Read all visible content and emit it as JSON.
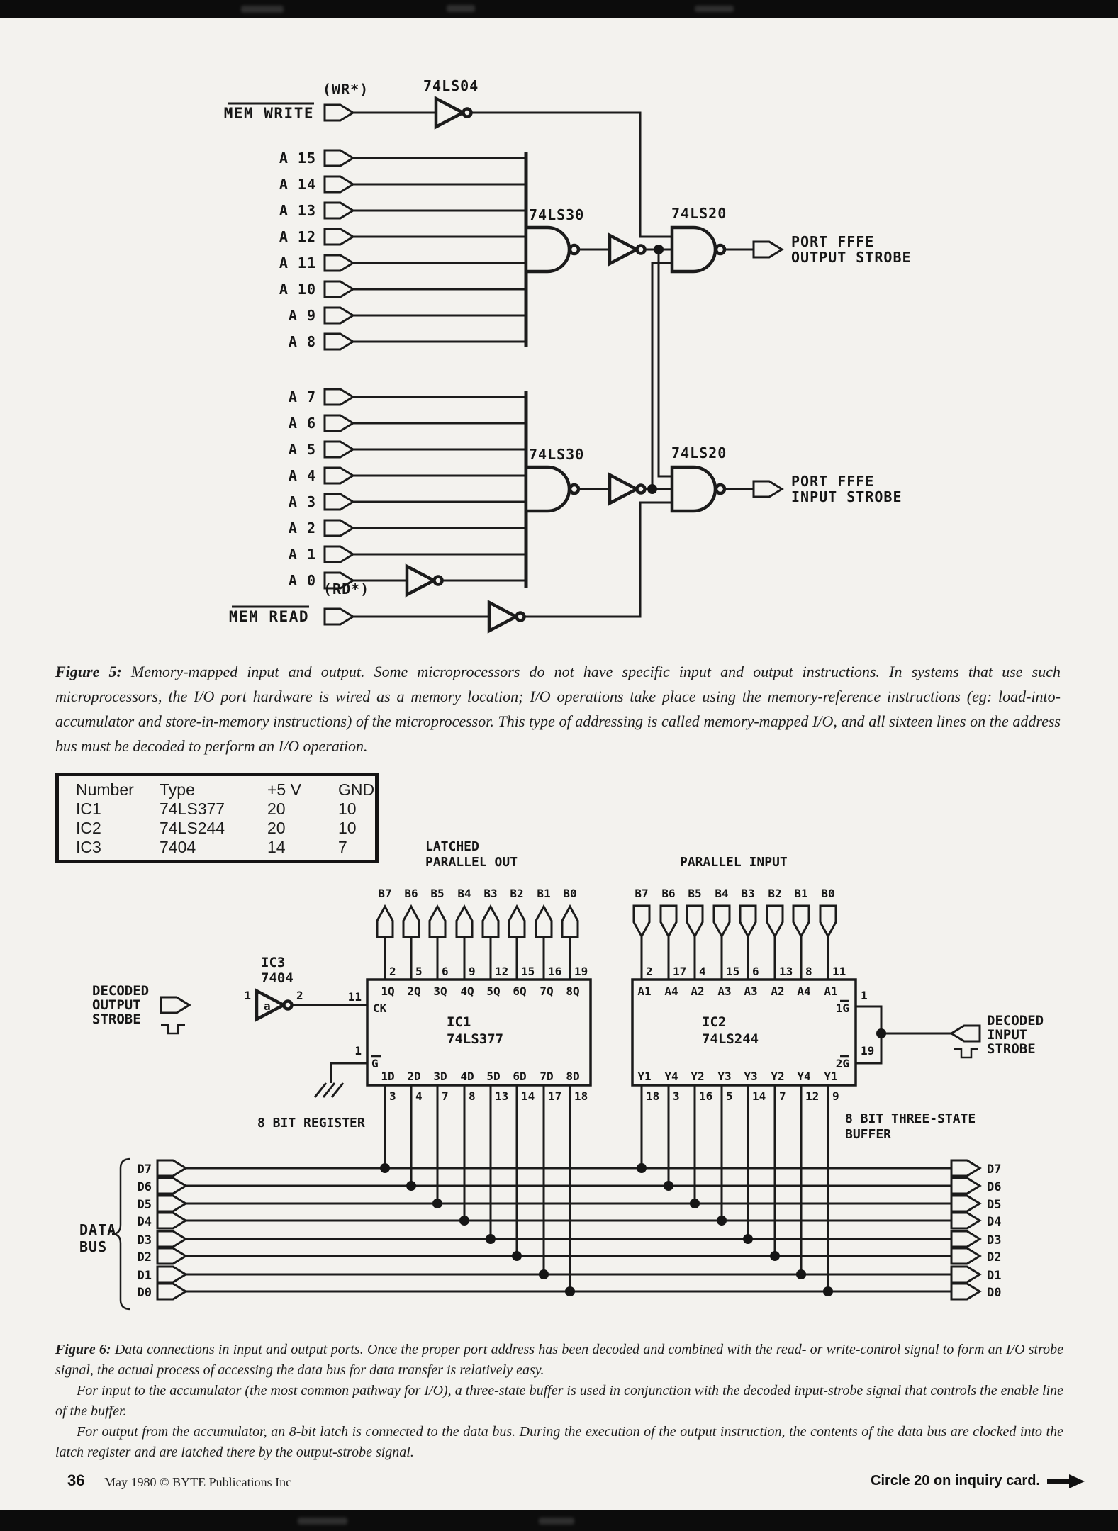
{
  "figure5": {
    "mem_write": "MEM WRITE",
    "wr": "(WR*)",
    "inv_74ls04": "74LS04",
    "addr_high": [
      "A 15",
      "A 14",
      "A 13",
      "A 12",
      "A 11",
      "A 10",
      "A 9",
      "A 8"
    ],
    "addr_low": [
      "A 7",
      "A 6",
      "A 5",
      "A 4",
      "A 3",
      "A 2",
      "A 1",
      "A 0"
    ],
    "nand8_top": "74LS30",
    "nand4_top": "74LS20",
    "nand8_bot": "74LS30",
    "nand4_bot": "74LS20",
    "out_strobe": [
      "PORT FFFE",
      "OUTPUT STROBE"
    ],
    "in_strobe": [
      "PORT FFFE",
      "INPUT STROBE"
    ],
    "rd": "(RD*)",
    "mem_read": "MEM READ"
  },
  "ic_table": {
    "headers": [
      "Number",
      "Type",
      "+5 V",
      "GND"
    ],
    "rows": [
      [
        "IC1",
        "74LS377",
        "20",
        "10"
      ],
      [
        "IC2",
        "74LS244",
        "20",
        "10"
      ],
      [
        "IC3",
        "7404",
        "14",
        "7"
      ]
    ]
  },
  "figure6": {
    "latched_line1": "LATCHED",
    "latched_line2": "PARALLEL OUT",
    "parallel_input": "PARALLEL INPUT",
    "out_bits": [
      "B7",
      "B6",
      "B5",
      "B4",
      "B3",
      "B2",
      "B1",
      "B0"
    ],
    "in_bits": [
      "B7",
      "B6",
      "B5",
      "B4",
      "B3",
      "B2",
      "B1",
      "B0"
    ],
    "ic1": {
      "name": "IC1",
      "part": "74LS377",
      "top_pins": [
        "2",
        "5",
        "6",
        "9",
        "12",
        "15",
        "16",
        "19"
      ],
      "top_labels": [
        "1Q",
        "2Q",
        "3Q",
        "4Q",
        "5Q",
        "6Q",
        "7Q",
        "8Q"
      ],
      "bottom_labels": [
        "1D",
        "2D",
        "3D",
        "4D",
        "5D",
        "6D",
        "7D",
        "8D"
      ],
      "bottom_pins": [
        "3",
        "4",
        "7",
        "8",
        "13",
        "14",
        "17",
        "18"
      ],
      "clk": "CK",
      "clk_pin": "11",
      "enable": "G",
      "enable_pin": "1"
    },
    "ic2": {
      "name": "IC2",
      "part": "74LS244",
      "top_pins": [
        "2",
        "17",
        "4",
        "15",
        "6",
        "13",
        "8",
        "11"
      ],
      "top_labels": [
        "A1",
        "A4",
        "A2",
        "A3",
        "A3",
        "A2",
        "A4",
        "A1"
      ],
      "bottom_labels": [
        "Y1",
        "Y4",
        "Y2",
        "Y3",
        "Y3",
        "Y2",
        "Y4",
        "Y1"
      ],
      "bottom_pins": [
        "18",
        "3",
        "16",
        "5",
        "14",
        "7",
        "12",
        "9"
      ],
      "enable1": "1G",
      "enable1_pin": "1",
      "enable2": "2G",
      "enable2_pin": "19"
    },
    "ic3": {
      "name": "IC3",
      "part": "7404",
      "letter": "a",
      "pin_in": "1",
      "pin_out": "2"
    },
    "decoded_out": [
      "DECODED",
      "OUTPUT",
      "STROBE"
    ],
    "decoded_in": [
      "DECODED",
      "INPUT",
      "STROBE"
    ],
    "register_label": "8 BIT REGISTER",
    "buffer_label1": "8 BIT THREE-STATE",
    "buffer_label2": "BUFFER",
    "data_bus1": "DATA",
    "data_bus2": "BUS",
    "bus_left": [
      "D7",
      "D6",
      "D5",
      "D4",
      "D3",
      "D2",
      "D1",
      "D0"
    ],
    "bus_right": [
      "D7",
      "D6",
      "D5",
      "D4",
      "D3",
      "D2",
      "D1",
      "D0"
    ]
  },
  "captions": {
    "fig5_title": "Figure 5:",
    "fig5_body": "Memory-mapped input and output. Some microprocessors do not have specific input and output instructions. In systems that use such microprocessors, the I/O port hardware is wired as a memory location; I/O operations take place using the memory-reference instructions (eg: load-into-accumulator and store-in-memory instructions) of the microprocessor. This type of addressing is called memory-mapped I/O, and all sixteen lines on the address bus must be decoded to perform an I/O operation.",
    "fig6_title": "Figure 6:",
    "fig6_p1": "Data connections in input and output ports. Once the proper port address has been decoded and combined with the read- or write-control signal to form an I/O strobe signal, the actual process of accessing the data bus for data transfer is relatively easy.",
    "fig6_p2": "For input to the accumulator (the most common pathway for I/O), a three-state buffer is used in conjunction with the decoded input-strobe signal that controls the enable line of the buffer.",
    "fig6_p3": "For output from the accumulator, an 8-bit latch is connected to the data bus. During the execution of the output instruction, the contents of the data bus are clocked into the latch register and are latched there by the output-strobe signal."
  },
  "footer": {
    "page_number": "36",
    "credit": "May 1980 © BYTE Publications Inc",
    "inquiry": "Circle 20 on inquiry card."
  }
}
